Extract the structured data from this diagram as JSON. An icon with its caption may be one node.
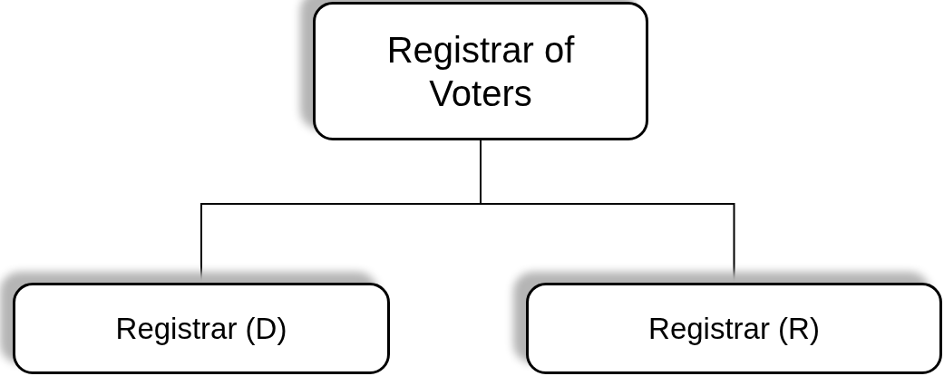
{
  "diagram": {
    "nodes": [
      {
        "text": [
          "Registrar of Voters"
        ]
      },
      {
        "text": [
          "Registrar (D)"
        ]
      },
      {
        "text": [
          "Registrar (R)"
        ]
      }
    ],
    "edges": [
      {
        "from": 0,
        "to": 1,
        "arrow": "none"
      },
      {
        "from": 0,
        "to": 2,
        "arrow": "none"
      }
    ]
  }
}
